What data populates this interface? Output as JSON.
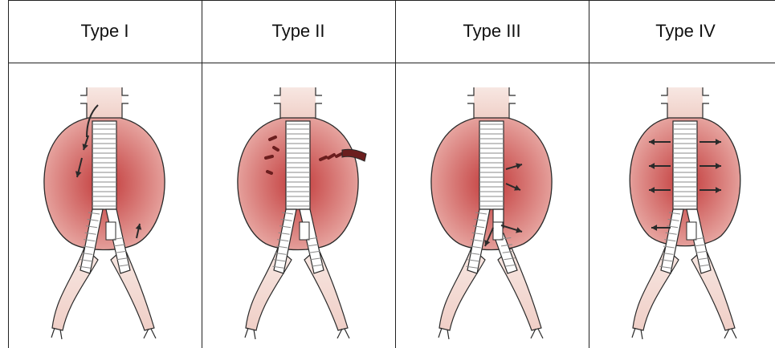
{
  "columns": [
    {
      "title": "Type I",
      "variant": "type-i"
    },
    {
      "title": "Type II",
      "variant": "type-ii"
    },
    {
      "title": "Type III",
      "variant": "type-iii"
    },
    {
      "title": "Type IV",
      "variant": "type-iv"
    }
  ],
  "colors": {
    "sac_center": "#c23a3a",
    "sac_edge": "#e8a9a4",
    "vessel": "#f3d9d2",
    "graft": "#ffffff",
    "outline": "#2a2a2a",
    "arrow": "#2a2a2a",
    "endoleak_dark": "#6b1e1e"
  }
}
